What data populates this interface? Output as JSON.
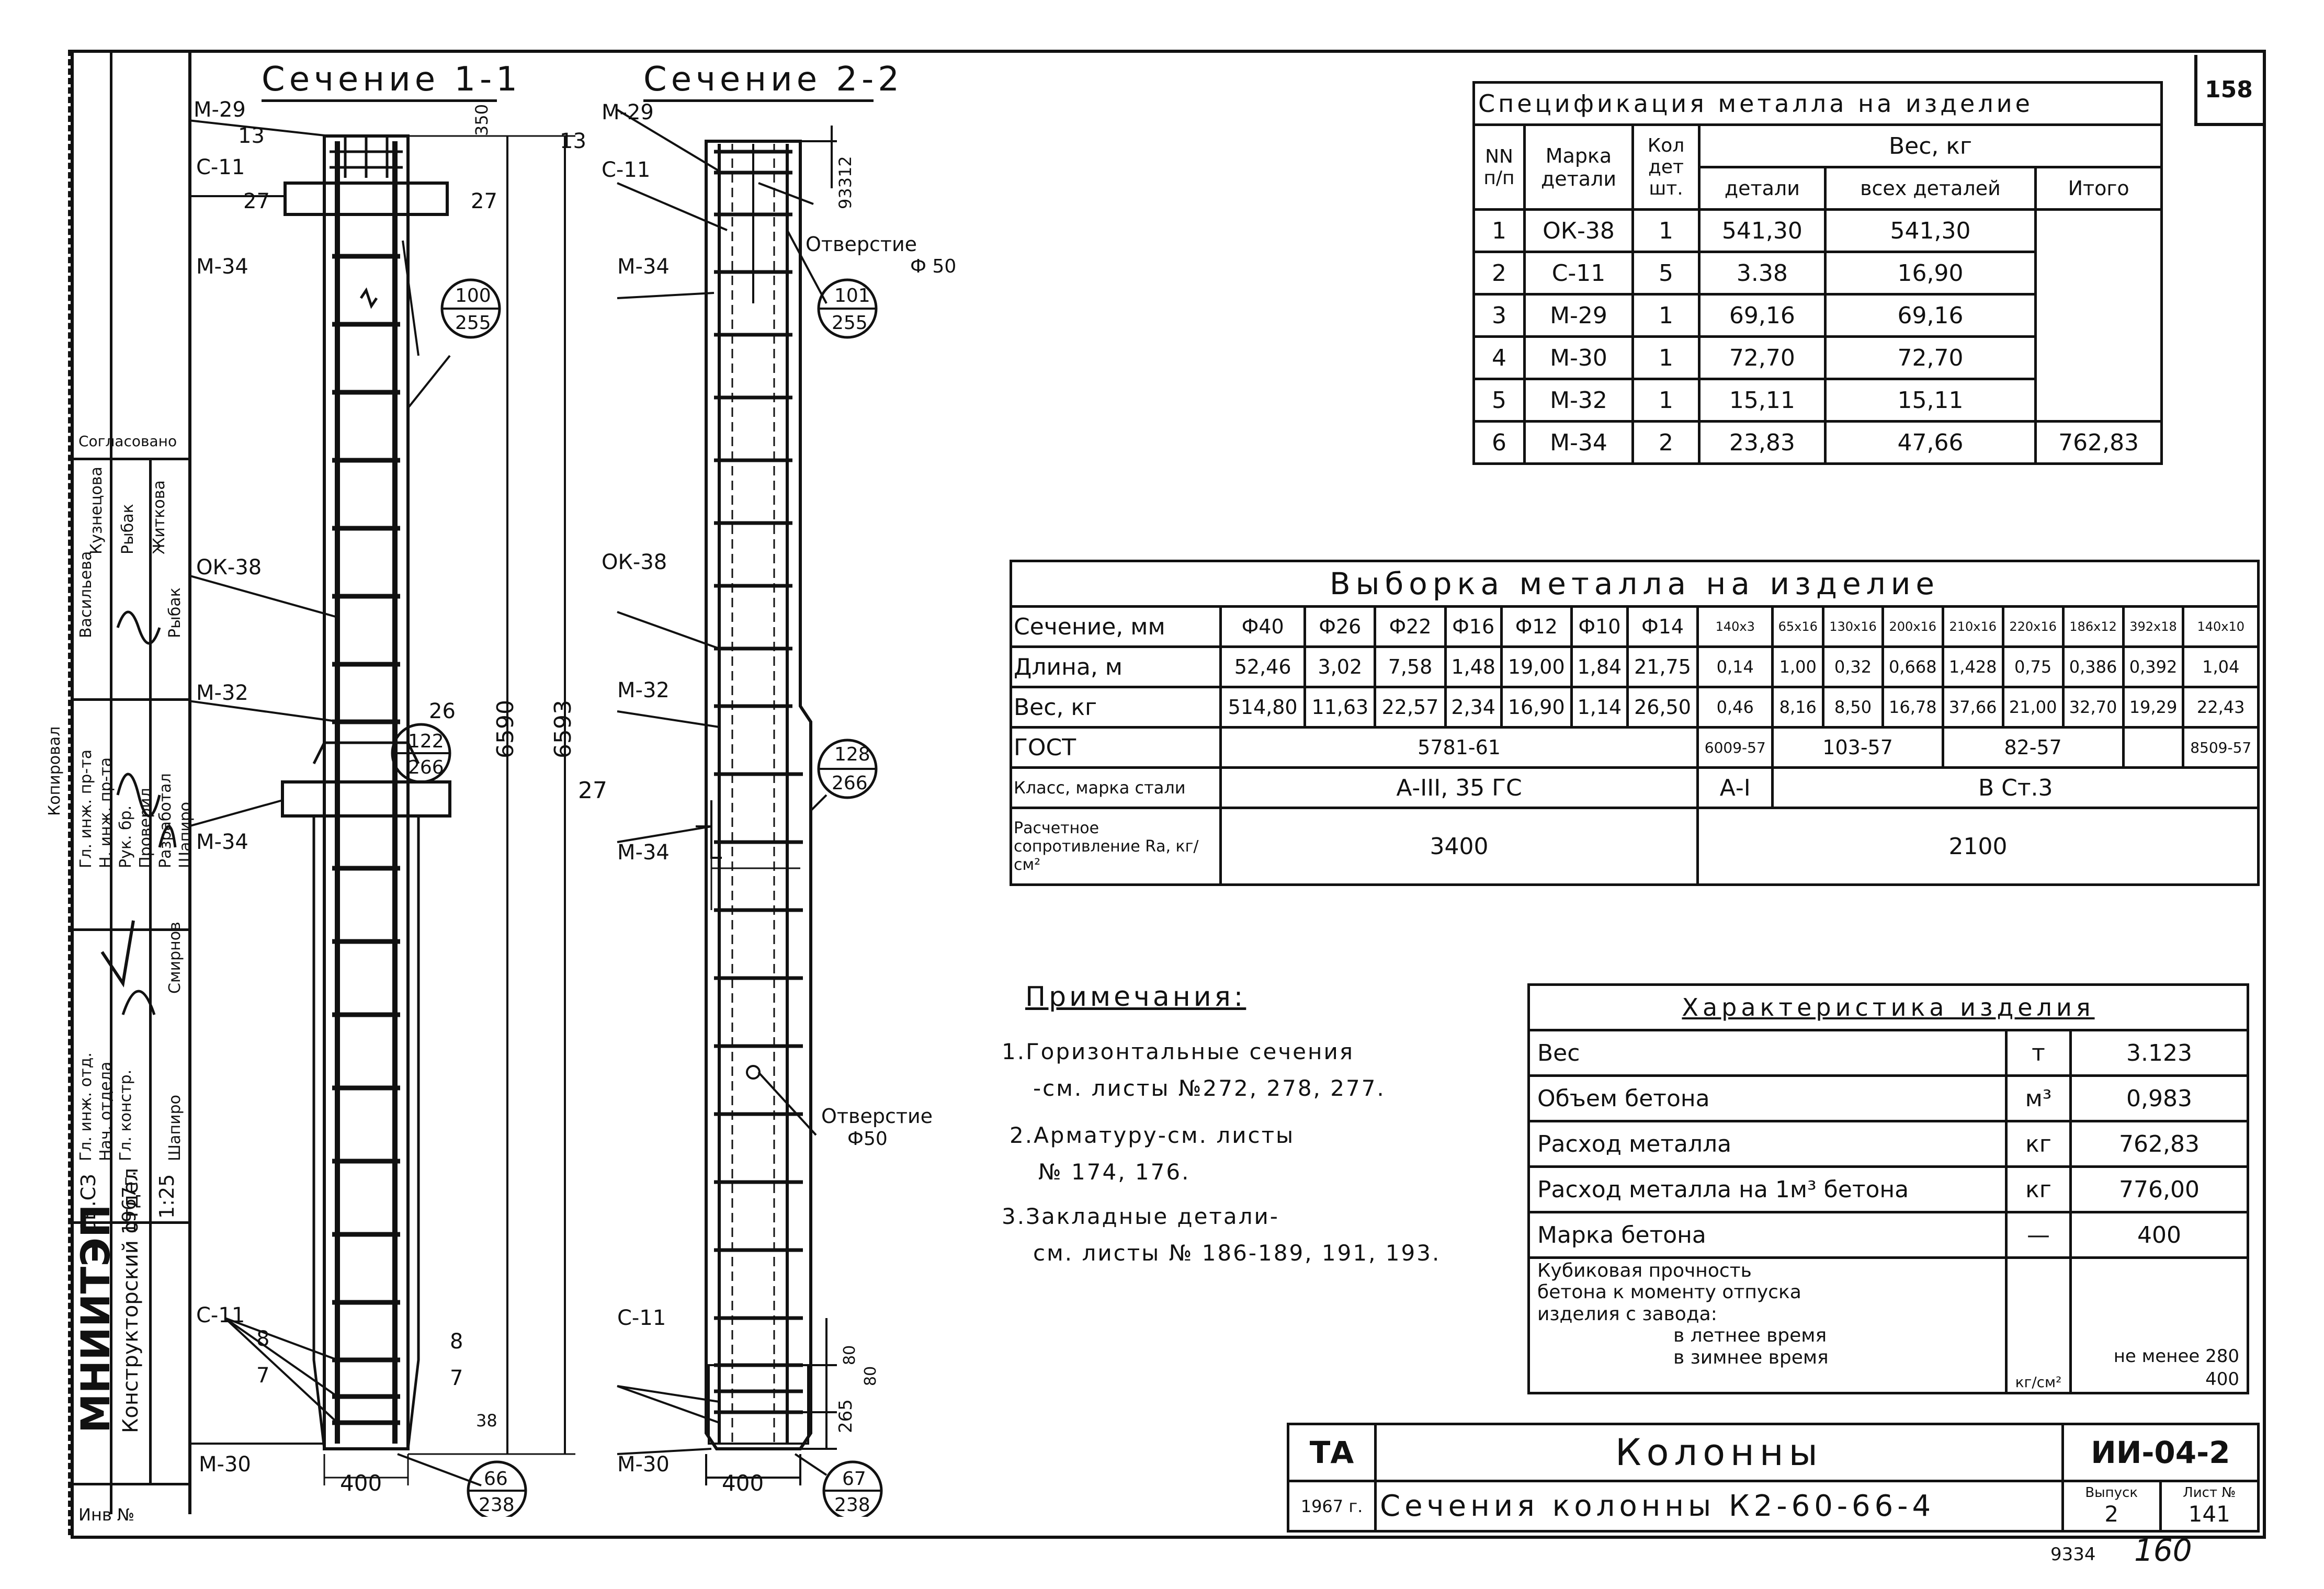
{
  "sheet_number": "158",
  "page_stamp": "9334",
  "page_handwritten": "160",
  "section_1": {
    "title": "Сечение 1-1",
    "labels": {
      "m29": "М-29",
      "n13": "13",
      "c11": "С-11",
      "n27a": "27",
      "n27b": "27",
      "m34a": "М-34",
      "ref_a_top": "100",
      "ref_a_bottom": "255",
      "ok38": "ОК-38",
      "m32": "М-32",
      "ref_b_top": "122",
      "ref_b_bottom": "266",
      "n26": "26",
      "m34b": "М-34",
      "c11b": "С-11",
      "n8a": "8",
      "n7a": "7",
      "n8b": "8",
      "n7b": "7",
      "m30": "М-30",
      "width": "400",
      "ref_c_top": "66",
      "ref_c_bottom": "238"
    },
    "dims": {
      "d350": "350",
      "d6590": "6590",
      "d6593": "6593",
      "d27": "27",
      "d13": "13",
      "d38": "38"
    }
  },
  "section_2": {
    "title": "Сечение 2-2",
    "labels": {
      "m29": "М-29",
      "c11": "С-11",
      "m34a": "М-34",
      "ok38": "ОК-38",
      "m32": "М-32",
      "m34b": "М-34",
      "c11b": "С-11",
      "m30": "М-30",
      "width": "400",
      "hole_top": "Отверстие",
      "hole_top_d": "Ф 50",
      "hole_mid": "Отверстие",
      "hole_mid_d": "Ф50",
      "ref_a_top": "101",
      "ref_a_bottom": "255",
      "ref_b_top": "128",
      "ref_b_bottom": "266",
      "ref_c_top": "67",
      "ref_c_bottom": "238",
      "d312": "93312",
      "d265": "265",
      "d80a": "80",
      "d80b": "80"
    }
  },
  "spec": {
    "title": "Спецификация металла на изделие",
    "headers": {
      "nn": "NN п/п",
      "mark": "Марка детали",
      "qty": "Кол дет шт.",
      "weight": "Вес, кг",
      "detail": "детали",
      "all": "всех деталей",
      "total": "Итого"
    },
    "rows": [
      [
        "1",
        "ОК-38",
        "1",
        "541,30",
        "541,30"
      ],
      [
        "2",
        "С-11",
        "5",
        "3.38",
        "16,90"
      ],
      [
        "3",
        "М-29",
        "1",
        "69,16",
        "69,16"
      ],
      [
        "4",
        "М-30",
        "1",
        "72,70",
        "72,70"
      ],
      [
        "5",
        "М-32",
        "1",
        "15,11",
        "15,11"
      ],
      [
        "6",
        "М-34",
        "2",
        "23,83",
        "47,66"
      ]
    ],
    "grand_total": "762,83"
  },
  "vyborka": {
    "title": "Выборка металла на изделие",
    "row_labels": {
      "section": "Сечение, мм",
      "length": "Длина, м",
      "weight": "Вес, кг",
      "gost": "ГОСТ",
      "class": "Класс, марка стали",
      "resist": "Расчетное сопротивление Rа, кг/см²"
    },
    "sections": [
      "Ф40",
      "Ф26",
      "Ф22",
      "Ф16",
      "Ф12",
      "Ф10",
      "Ф14",
      "140х3",
      "65х16",
      "130х16",
      "200х16",
      "210х16",
      "220х16",
      "186х12",
      "392х18",
      "140х10"
    ],
    "lengths": [
      "52,46",
      "3,02",
      "7,58",
      "1,48",
      "19,00",
      "1,84",
      "21,75",
      "0,14",
      "1,00",
      "0,32",
      "0,668",
      "1,428",
      "0,75",
      "0,386",
      "0,392",
      "1,04"
    ],
    "weights": [
      "514,80",
      "11,63",
      "22,57",
      "2,34",
      "16,90",
      "1,14",
      "26,50",
      "0,46",
      "8,16",
      "8,50",
      "16,78",
      "37,66",
      "21,00",
      "32,70",
      "19,29",
      "22,43"
    ],
    "gost": {
      "g1": "5781-61",
      "g2": "6009-57",
      "g3": "103-57",
      "g4": "82-57",
      "g5": "8509-57"
    },
    "class": {
      "c1": "А-III, 35 ГС",
      "c2": "А-I",
      "c3": "В Ст.3"
    },
    "resist": {
      "r1": "3400",
      "r2": "2100"
    }
  },
  "notes": {
    "title": "Примечания:",
    "items": [
      "1.Горизонтальные сечения",
      "-см. листы №272, 278, 277.",
      "2.Арматуру-см. листы",
      "№ 174, 176.",
      "3.Закладные детали-",
      "см. листы № 186-189, 191, 193."
    ]
  },
  "har": {
    "title": "Характеристика изделия",
    "rows": [
      [
        "Вес",
        "т",
        "3.123"
      ],
      [
        "Объем бетона",
        "м³",
        "0,983"
      ],
      [
        "Расход металла",
        "кг",
        "762,83"
      ],
      [
        "Расход металла на 1м³ бетона",
        "кг",
        "776,00"
      ],
      [
        "Марка бетона",
        "—",
        "400"
      ]
    ],
    "strength": {
      "l1": "Кубиковая прочность",
      "l2": "бетона к моменту отпуска",
      "l3": "изделия с завода:",
      "l4": "в летнее время",
      "l5": "в зимнее время",
      "unit": "кг/см²",
      "v1": "не менее 280",
      "v2": "400"
    }
  },
  "title_block": {
    "ta": "ТА",
    "year": "1967 г.",
    "name": "Колонны",
    "subtitle": "Сечения колонны К2-60-66-4",
    "code": "ИИ-04-2",
    "vyp_label": "Выпуск",
    "vyp": "2",
    "list_label": "Лист №",
    "list": "141"
  },
  "side_stamp": {
    "org": "МНИИТЭП",
    "dept": "Конструкторский отдел",
    "series": "СБ.СЗ",
    "year": "1967г.",
    "scale": "1:25",
    "inv": "Инв №",
    "roles": [
      "Гл. инж. отд.",
      "Нач. отдела",
      "Гл. констр.",
      "Гл. инж. пр-та",
      "Н. инж. пр-та",
      "Рук. бр.",
      "Проверил",
      "Разработал"
    ],
    "names": [
      "Шапиро",
      "Смирнов",
      "Шапиро",
      "Рыбак",
      "Кузнецова",
      "Рыбак",
      "Житкова",
      "Васильева"
    ],
    "agreed": "Согласовано",
    "head": "Копировал"
  }
}
